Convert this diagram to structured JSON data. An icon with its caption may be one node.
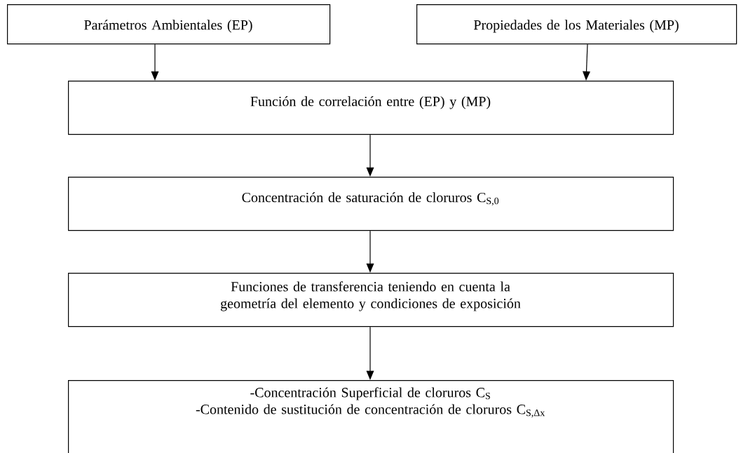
{
  "diagram": {
    "nodes": [
      {
        "text": [
          "Parámetros  Ambientales (EP)"
        ]
      },
      {
        "text": [
          "Propiedades de los Materiales (MP)"
        ]
      },
      {
        "text": [
          "Función de correlación entre (EP) y (MP)"
        ]
      },
      {
        "text": [
          "Concentración de saturación de cloruros C$_{S,0}$"
        ]
      },
      {
        "text": [
          "Funciones de transferencia teniendo en cuenta la geometría del elemento y condiciones de exposición"
        ]
      },
      {
        "text": [
          "-Concentración Superficial de cloruros C$_{S}$",
          "-Contenido de sustitución de concentración de cloruros C$_{S,Δx}$"
        ]
      }
    ],
    "edges": [
      {
        "from": 0,
        "to": 2,
        "arrow": "to"
      },
      {
        "from": 1,
        "to": 2,
        "arrow": "to"
      },
      {
        "from": 2,
        "to": 3,
        "arrow": "to"
      },
      {
        "from": 3,
        "to": 4,
        "arrow": "to"
      },
      {
        "from": 4,
        "to": 5,
        "arrow": "to"
      }
    ]
  }
}
